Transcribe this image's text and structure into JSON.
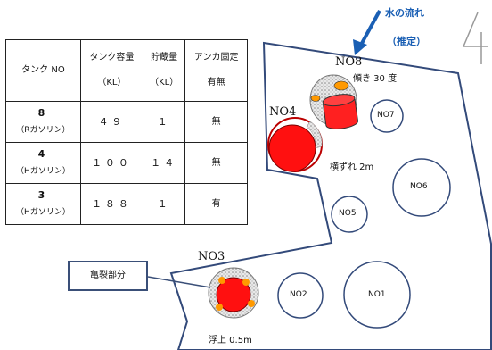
{
  "table": {
    "headers": [
      {
        "line1": "タンク NO",
        "line2": ""
      },
      {
        "line1": "タンク容量",
        "line2": "（KL）"
      },
      {
        "line1": "貯蔵量",
        "line2": "（KL）"
      },
      {
        "line1": "アンカ固定",
        "line2": "有無"
      }
    ],
    "rows": [
      {
        "no": "8",
        "kind": "（Rガソリン）",
        "capacity": "４９",
        "stored": "１",
        "anchor": "無"
      },
      {
        "no": "4",
        "kind": "（Hガソリン）",
        "capacity": "１００",
        "stored": "１４",
        "anchor": "無"
      },
      {
        "no": "3",
        "kind": "（Hガソリン）",
        "capacity": "１８８",
        "stored": "１",
        "anchor": "有"
      }
    ]
  },
  "flow": {
    "title": "水の流れ",
    "note": "（推定）"
  },
  "page_number": "4",
  "callout": "亀裂部分",
  "tank_labels": {
    "no8": "NO8",
    "no4": "NO4",
    "no3": "NO3",
    "no7": "NO7",
    "no6": "NO6",
    "no5": "NO5",
    "no2": "NO2",
    "no1": "NO1"
  },
  "annotations": {
    "tilt": "傾き 30 度",
    "shift": "横ずれ 2m",
    "float": "浮上 0.5m"
  },
  "colors": {
    "damaged_tank": "#ff0000",
    "flow_arrow": "#1a5fb4",
    "callout_border": "#3a4f78"
  }
}
